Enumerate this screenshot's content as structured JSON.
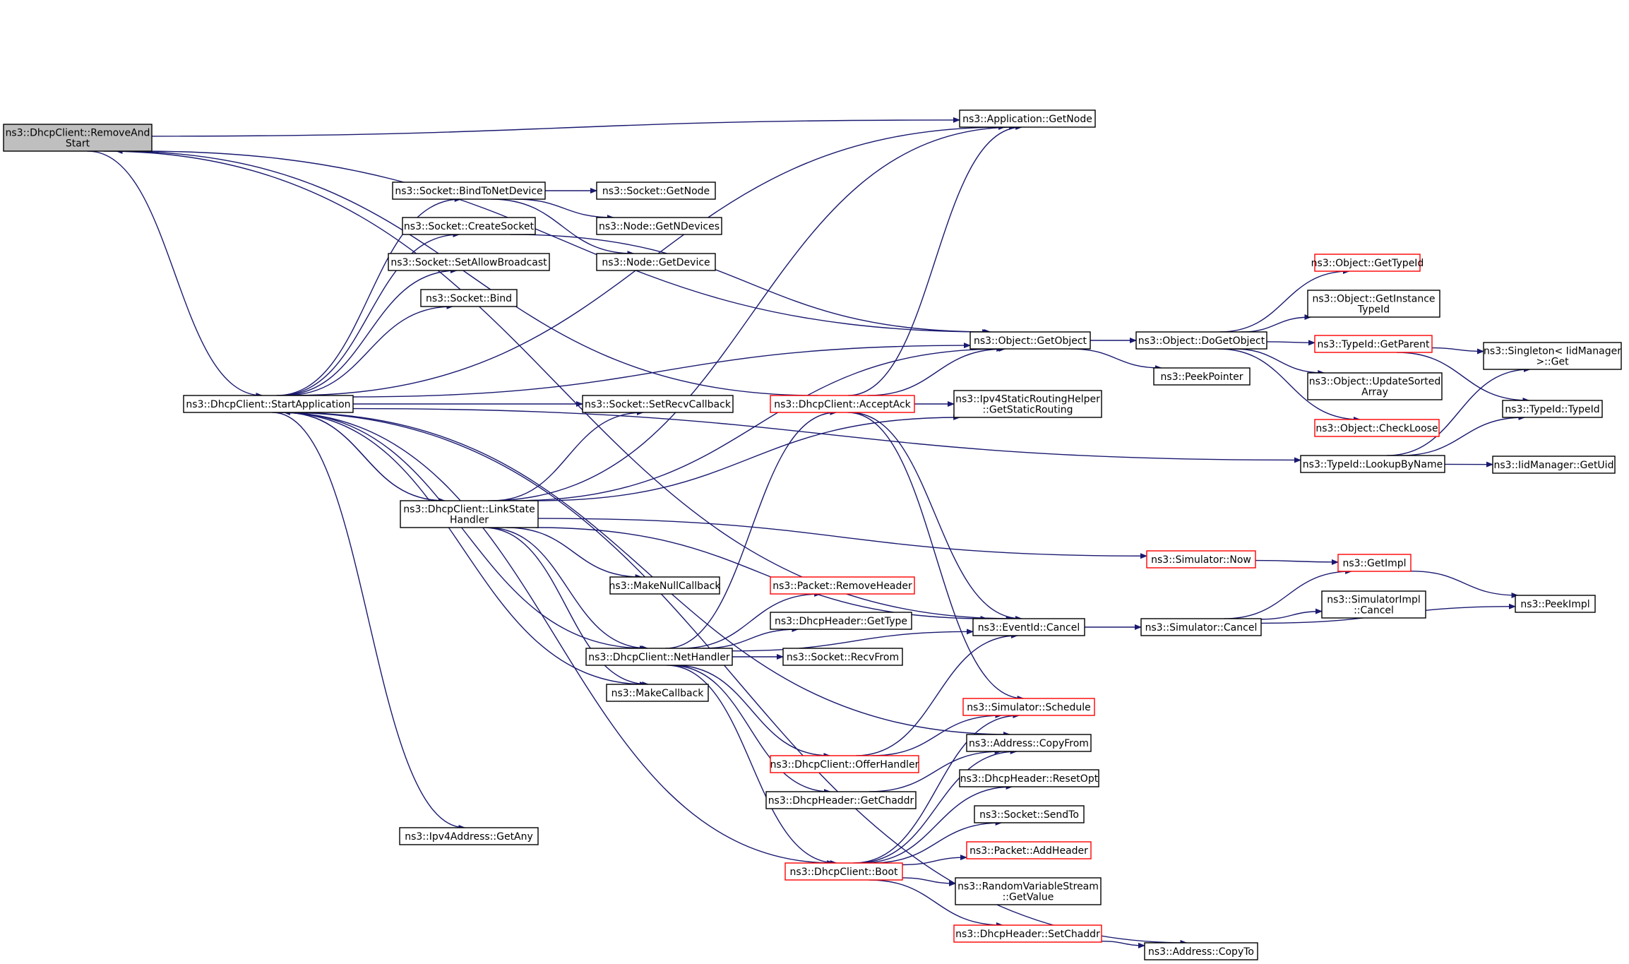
{
  "colors": {
    "edge": "#191970",
    "node_border": "#000000",
    "node_border_truncated": "#ff0000",
    "root_fill": "#bfbfbf",
    "node_fill": "#ffffff"
  },
  "nodes": [
    {
      "id": "removeandstart",
      "lines": [
        "ns3::DhcpClient::RemoveAnd",
        "Start"
      ],
      "style": "root"
    },
    {
      "id": "startapplication",
      "lines": [
        "ns3::DhcpClient::StartApplication"
      ],
      "style": "normal"
    },
    {
      "id": "bindtonetdevice",
      "lines": [
        "ns3::Socket::BindToNetDevice"
      ],
      "style": "normal"
    },
    {
      "id": "createsocket",
      "lines": [
        "ns3::Socket::CreateSocket"
      ],
      "style": "normal"
    },
    {
      "id": "setallowbroadcast",
      "lines": [
        "ns3::Socket::SetAllowBroadcast"
      ],
      "style": "normal"
    },
    {
      "id": "socketbind",
      "lines": [
        "ns3::Socket::Bind"
      ],
      "style": "normal"
    },
    {
      "id": "linkstatehandler",
      "lines": [
        "ns3::DhcpClient::LinkState",
        "Handler"
      ],
      "style": "normal"
    },
    {
      "id": "ipv4getany",
      "lines": [
        "ns3::Ipv4Address::GetAny"
      ],
      "style": "normal"
    },
    {
      "id": "socketgetnode",
      "lines": [
        "ns3::Socket::GetNode"
      ],
      "style": "normal"
    },
    {
      "id": "getndevices",
      "lines": [
        "ns3::Node::GetNDevices"
      ],
      "style": "normal"
    },
    {
      "id": "nodegetdevice",
      "lines": [
        "ns3::Node::GetDevice"
      ],
      "style": "normal"
    },
    {
      "id": "setrecvcallback",
      "lines": [
        "ns3::Socket::SetRecvCallback"
      ],
      "style": "normal"
    },
    {
      "id": "makenullcallback",
      "lines": [
        "ns3::MakeNullCallback"
      ],
      "style": "normal"
    },
    {
      "id": "nethandler",
      "lines": [
        "ns3::DhcpClient::NetHandler"
      ],
      "style": "normal"
    },
    {
      "id": "makecallback",
      "lines": [
        "ns3::MakeCallback"
      ],
      "style": "normal"
    },
    {
      "id": "acceptack",
      "lines": [
        "ns3::DhcpClient::AcceptAck"
      ],
      "style": "truncated"
    },
    {
      "id": "removeheader",
      "lines": [
        "ns3::Packet::RemoveHeader"
      ],
      "style": "truncated"
    },
    {
      "id": "gettype",
      "lines": [
        "ns3::DhcpHeader::GetType"
      ],
      "style": "normal"
    },
    {
      "id": "recvfrom",
      "lines": [
        "ns3::Socket::RecvFrom"
      ],
      "style": "normal"
    },
    {
      "id": "offerhandler",
      "lines": [
        "ns3::DhcpClient::OfferHandler"
      ],
      "style": "truncated"
    },
    {
      "id": "getchaddr",
      "lines": [
        "ns3::DhcpHeader::GetChaddr"
      ],
      "style": "normal"
    },
    {
      "id": "boot",
      "lines": [
        "ns3::DhcpClient::Boot"
      ],
      "style": "truncated"
    },
    {
      "id": "appgetnode",
      "lines": [
        "ns3::Application::GetNode"
      ],
      "style": "normal"
    },
    {
      "id": "objectgetobject",
      "lines": [
        "ns3::Object::GetObject"
      ],
      "style": "normal"
    },
    {
      "id": "getstaticrouting",
      "lines": [
        "ns3::Ipv4StaticRoutingHelper",
        "::GetStaticRouting"
      ],
      "style": "normal"
    },
    {
      "id": "eventidcancel",
      "lines": [
        "ns3::EventId::Cancel"
      ],
      "style": "normal"
    },
    {
      "id": "simschedule",
      "lines": [
        "ns3::Simulator::Schedule"
      ],
      "style": "truncated"
    },
    {
      "id": "copyfrom",
      "lines": [
        "ns3::Address::CopyFrom"
      ],
      "style": "normal"
    },
    {
      "id": "resetopt",
      "lines": [
        "ns3::DhcpHeader::ResetOpt"
      ],
      "style": "normal"
    },
    {
      "id": "sendto",
      "lines": [
        "ns3::Socket::SendTo"
      ],
      "style": "normal"
    },
    {
      "id": "addheader",
      "lines": [
        "ns3::Packet::AddHeader"
      ],
      "style": "truncated"
    },
    {
      "id": "rvsgetvalue",
      "lines": [
        "ns3::RandomVariableStream",
        "::GetValue"
      ],
      "style": "normal"
    },
    {
      "id": "setchaddr",
      "lines": [
        "ns3::DhcpHeader::SetChaddr"
      ],
      "style": "truncated"
    },
    {
      "id": "copyto",
      "lines": [
        "ns3::Address::CopyTo"
      ],
      "style": "normal"
    },
    {
      "id": "doggetobject",
      "lines": [
        "ns3::Object::DoGetObject"
      ],
      "style": "normal"
    },
    {
      "id": "peekpointer",
      "lines": [
        "ns3::PeekPointer"
      ],
      "style": "normal"
    },
    {
      "id": "simnow",
      "lines": [
        "ns3::Simulator::Now"
      ],
      "style": "truncated"
    },
    {
      "id": "simcancel",
      "lines": [
        "ns3::Simulator::Cancel"
      ],
      "style": "normal"
    },
    {
      "id": "objgettypeid",
      "lines": [
        "ns3::Object::GetTypeId"
      ],
      "style": "truncated"
    },
    {
      "id": "getinstancetypeid",
      "lines": [
        "ns3::Object::GetInstance",
        "TypeId"
      ],
      "style": "normal"
    },
    {
      "id": "typeidgetparent",
      "lines": [
        "ns3::TypeId::GetParent"
      ],
      "style": "truncated"
    },
    {
      "id": "updatesortedarray",
      "lines": [
        "ns3::Object::UpdateSorted",
        "Array"
      ],
      "style": "normal"
    },
    {
      "id": "checkloose",
      "lines": [
        "ns3::Object::CheckLoose"
      ],
      "style": "truncated"
    },
    {
      "id": "lookupbyname",
      "lines": [
        "ns3::TypeId::LookupByName"
      ],
      "style": "normal"
    },
    {
      "id": "getimpl",
      "lines": [
        "ns3::GetImpl"
      ],
      "style": "truncated"
    },
    {
      "id": "simimplcancel",
      "lines": [
        "ns3::SimulatorImpl",
        "::Cancel"
      ],
      "style": "normal"
    },
    {
      "id": "singletonget",
      "lines": [
        "ns3::Singleton< IidManager",
        " >::Get"
      ],
      "style": "normal"
    },
    {
      "id": "typeidtypeid",
      "lines": [
        "ns3::TypeId::TypeId"
      ],
      "style": "normal"
    },
    {
      "id": "iidgetuid",
      "lines": [
        "ns3::IidManager::GetUid"
      ],
      "style": "normal"
    },
    {
      "id": "peekimpl",
      "lines": [
        "ns3::PeekImpl"
      ],
      "style": "normal"
    }
  ],
  "edges": [
    [
      "removeandstart",
      "appgetnode"
    ],
    [
      "removeandstart",
      "objectgetobject"
    ],
    [
      "removeandstart",
      "startapplication"
    ],
    [
      "removeandstart",
      "eventidcancel"
    ],
    [
      "startapplication",
      "appgetnode"
    ],
    [
      "startapplication",
      "bindtonetdevice"
    ],
    [
      "startapplication",
      "createsocket"
    ],
    [
      "startapplication",
      "setallowbroadcast"
    ],
    [
      "startapplication",
      "socketbind"
    ],
    [
      "startapplication",
      "objectgetobject"
    ],
    [
      "startapplication",
      "setrecvcallback"
    ],
    [
      "startapplication",
      "linkstatehandler"
    ],
    [
      "startapplication",
      "lookupbyname"
    ],
    [
      "startapplication",
      "nethandler"
    ],
    [
      "startapplication",
      "makecallback"
    ],
    [
      "startapplication",
      "copyfrom"
    ],
    [
      "startapplication",
      "boot"
    ],
    [
      "startapplication",
      "ipv4getany"
    ],
    [
      "startapplication",
      "copyto"
    ],
    [
      "bindtonetdevice",
      "socketgetnode"
    ],
    [
      "bindtonetdevice",
      "getndevices"
    ],
    [
      "bindtonetdevice",
      "nodegetdevice"
    ],
    [
      "createsocket",
      "objectgetobject"
    ],
    [
      "linkstatehandler",
      "startapplication"
    ],
    [
      "linkstatehandler",
      "appgetnode"
    ],
    [
      "linkstatehandler",
      "objectgetobject"
    ],
    [
      "linkstatehandler",
      "setrecvcallback"
    ],
    [
      "linkstatehandler",
      "getstaticrouting"
    ],
    [
      "linkstatehandler",
      "eventidcancel"
    ],
    [
      "linkstatehandler",
      "simnow"
    ],
    [
      "linkstatehandler",
      "makenullcallback"
    ],
    [
      "linkstatehandler",
      "nethandler"
    ],
    [
      "linkstatehandler",
      "makecallback"
    ],
    [
      "nethandler",
      "acceptack"
    ],
    [
      "nethandler",
      "removeheader"
    ],
    [
      "nethandler",
      "gettype"
    ],
    [
      "nethandler",
      "recvfrom"
    ],
    [
      "nethandler",
      "eventidcancel"
    ],
    [
      "nethandler",
      "offerhandler"
    ],
    [
      "nethandler",
      "getchaddr"
    ],
    [
      "nethandler",
      "boot"
    ],
    [
      "acceptack",
      "removeandstart"
    ],
    [
      "acceptack",
      "appgetnode"
    ],
    [
      "acceptack",
      "objectgetobject"
    ],
    [
      "acceptack",
      "getstaticrouting"
    ],
    [
      "acceptack",
      "eventidcancel"
    ],
    [
      "acceptack",
      "simschedule"
    ],
    [
      "offerhandler",
      "eventidcancel"
    ],
    [
      "offerhandler",
      "simschedule"
    ],
    [
      "getchaddr",
      "copyfrom"
    ],
    [
      "boot",
      "simschedule"
    ],
    [
      "boot",
      "copyfrom"
    ],
    [
      "boot",
      "resetopt"
    ],
    [
      "boot",
      "sendto"
    ],
    [
      "boot",
      "addheader"
    ],
    [
      "boot",
      "rvsgetvalue"
    ],
    [
      "boot",
      "setchaddr"
    ],
    [
      "setchaddr",
      "copyto"
    ],
    [
      "objectgetobject",
      "doggetobject"
    ],
    [
      "objectgetobject",
      "peekpointer"
    ],
    [
      "doggetobject",
      "objgettypeid"
    ],
    [
      "doggetobject",
      "getinstancetypeid"
    ],
    [
      "doggetobject",
      "typeidgetparent"
    ],
    [
      "doggetobject",
      "updatesortedarray"
    ],
    [
      "doggetobject",
      "checkloose"
    ],
    [
      "typeidgetparent",
      "singletonget"
    ],
    [
      "typeidgetparent",
      "typeidtypeid"
    ],
    [
      "lookupbyname",
      "singletonget"
    ],
    [
      "lookupbyname",
      "typeidtypeid"
    ],
    [
      "lookupbyname",
      "iidgetuid"
    ],
    [
      "eventidcancel",
      "simcancel"
    ],
    [
      "simcancel",
      "getimpl"
    ],
    [
      "simcancel",
      "simimplcancel"
    ],
    [
      "simcancel",
      "peekimpl"
    ],
    [
      "simnow",
      "getimpl"
    ],
    [
      "getimpl",
      "peekimpl"
    ]
  ]
}
